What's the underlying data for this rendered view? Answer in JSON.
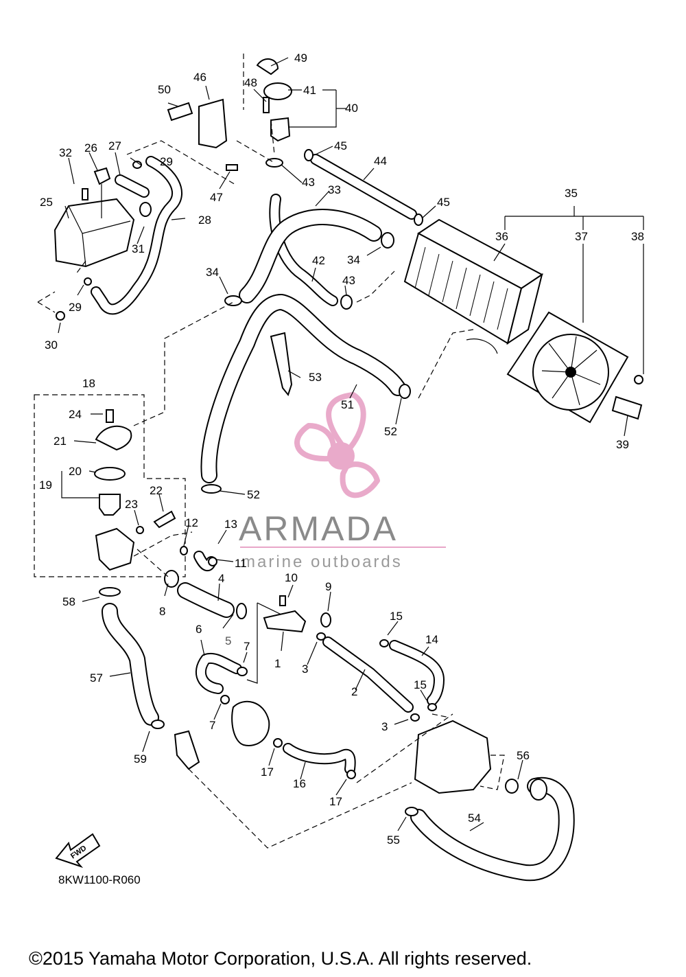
{
  "callouts": {
    "n1": "1",
    "n2": "2",
    "n3": "3",
    "n3b": "3",
    "n4": "4",
    "n5": "5",
    "n6": "6",
    "n7": "7",
    "n7b": "7",
    "n8": "8",
    "n9": "9",
    "n10": "10",
    "n11": "11",
    "n12": "12",
    "n13": "13",
    "n14": "14",
    "n15": "15",
    "n15b": "15",
    "n16": "16",
    "n17": "17",
    "n17b": "17",
    "n18": "18",
    "n19": "19",
    "n20": "20",
    "n21": "21",
    "n22": "22",
    "n23": "23",
    "n24": "24",
    "n25": "25",
    "n26": "26",
    "n27": "27",
    "n28": "28",
    "n29": "29",
    "n29b": "29",
    "n30": "30",
    "n31": "31",
    "n32": "32",
    "n33": "33",
    "n34": "34",
    "n34b": "34",
    "n35": "35",
    "n36": "36",
    "n37": "37",
    "n38": "38",
    "n39": "39",
    "n40": "40",
    "n41": "41",
    "n42": "42",
    "n43": "43",
    "n43b": "43",
    "n44": "44",
    "n45": "45",
    "n45b": "45",
    "n46": "46",
    "n47": "47",
    "n48": "48",
    "n49": "49",
    "n50": "50",
    "n51": "51",
    "n52": "52",
    "n52b": "52",
    "n53": "53",
    "n54": "54",
    "n55": "55",
    "n56": "56",
    "n57": "57",
    "n58": "58",
    "n59": "59"
  },
  "fwd_label": "FWD",
  "diagram_code": "8KW1100-R060",
  "copyright": "©2015 Yamaha Motor Corporation, U.S.A. All rights reserved.",
  "watermark": {
    "brand": "ARMADA",
    "tagline": "marine outboards",
    "logo_color": "#e8a6c8",
    "text_color": "#8a8a8a"
  }
}
